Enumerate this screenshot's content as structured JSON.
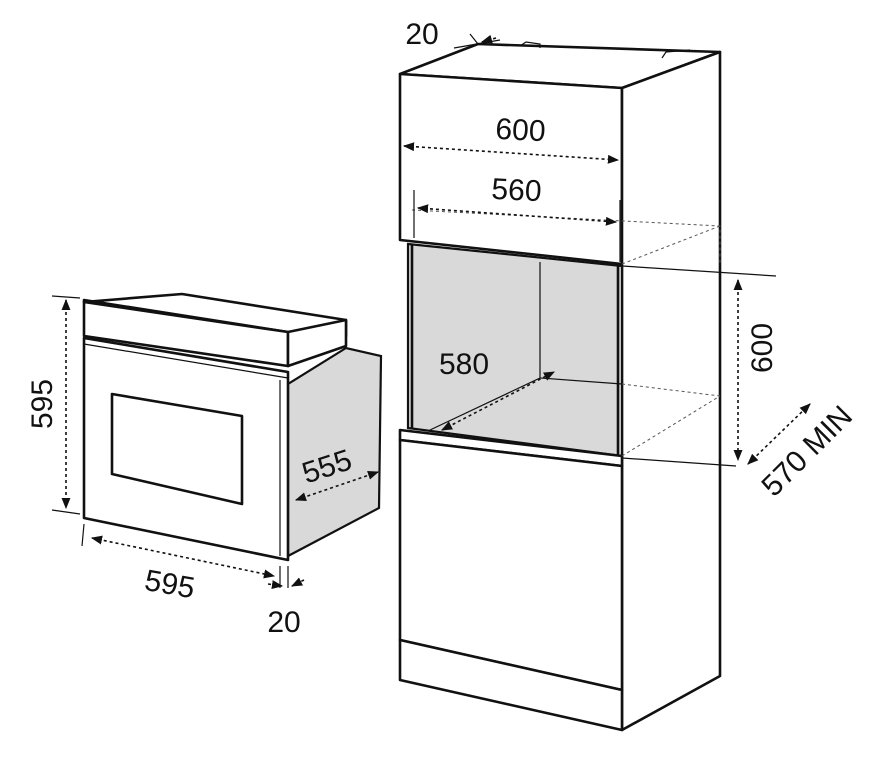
{
  "oven": {
    "height_label": "595",
    "width_label": "595",
    "depth_label": "555",
    "panel_label": "20"
  },
  "cabinet": {
    "top_offset_label": "20",
    "outer_width_label": "600",
    "inner_width_label": "560",
    "cavity_depth_label": "580",
    "opening_height_label": "600",
    "min_depth_label": "570 MIN"
  },
  "colors": {
    "line": "#111111",
    "cavity_fill": "#d9d9d9"
  }
}
